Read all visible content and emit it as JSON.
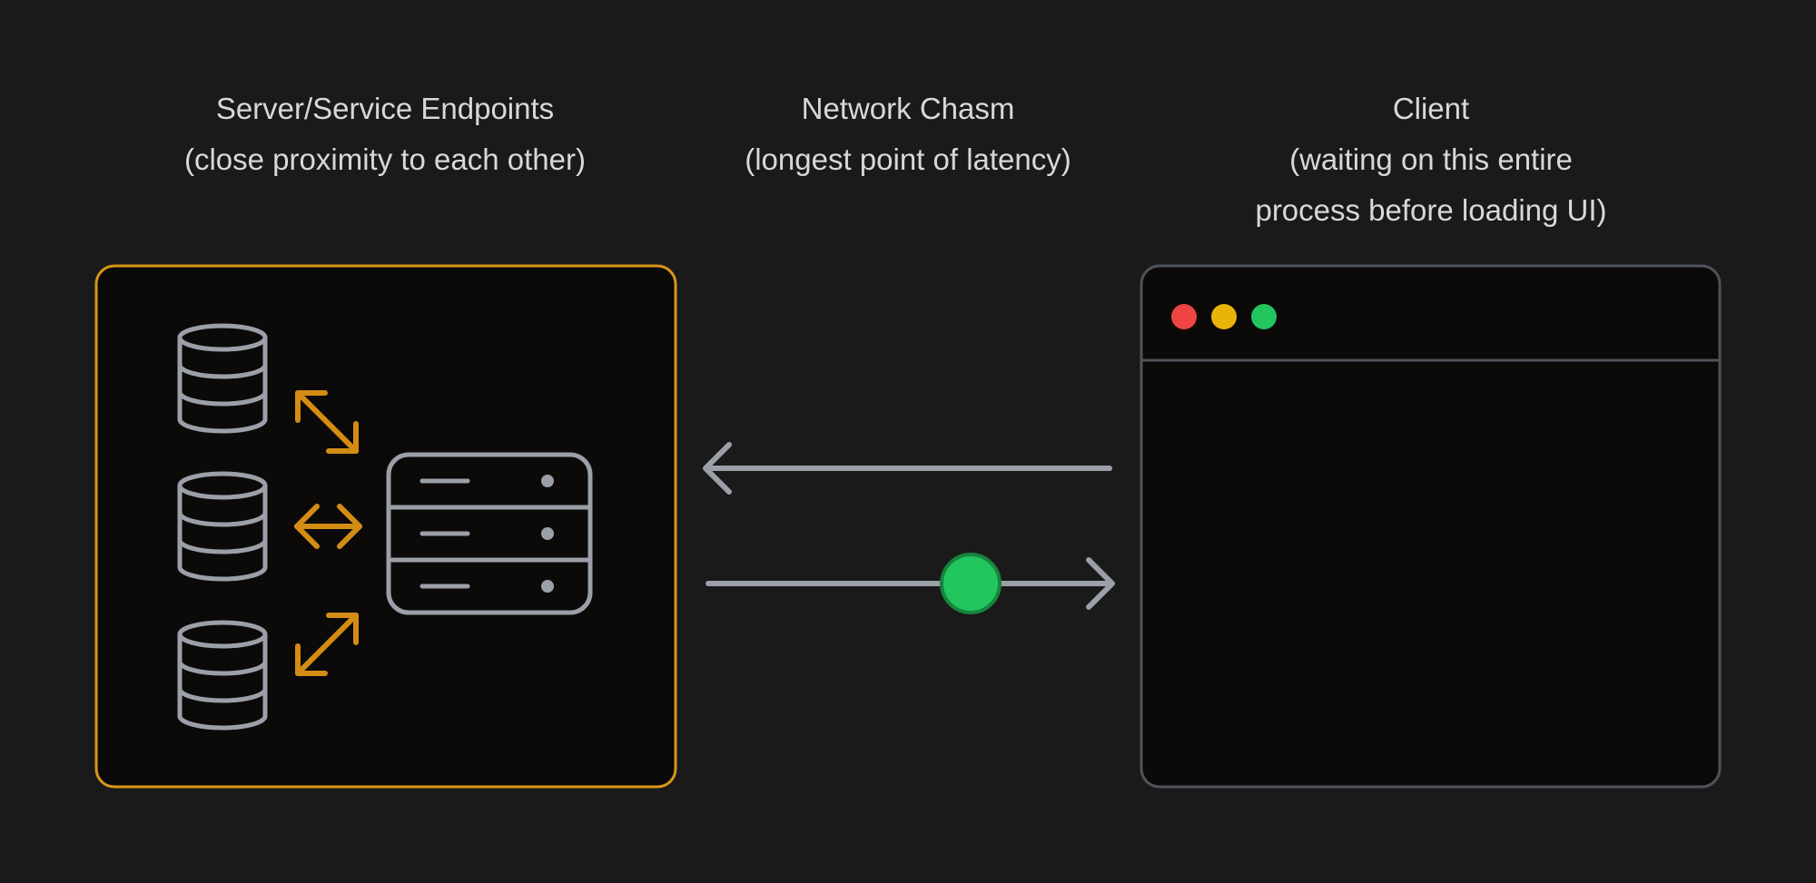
{
  "labels": {
    "server": {
      "title": "Server/Service Endpoints",
      "subtitle": "(close proximity to each other)"
    },
    "network": {
      "title": "Network Chasm",
      "subtitle": "(longest point of latency)"
    },
    "client": {
      "title": "Client",
      "subtitle_line1": "(waiting on this entire",
      "subtitle_line2": "process before loading UI)"
    }
  },
  "colors": {
    "background": "#1a1a1a",
    "panel_fill": "#0b0a09",
    "server_border": "#d89619",
    "client_border": "#4e535b",
    "icon_gray": "#9b9fa8",
    "arrow_orange": "#d38c15",
    "packet_green": "#22c55e",
    "dot_red": "#ef4444",
    "dot_yellow": "#eab308",
    "dot_green": "#22c55e"
  },
  "icons": {
    "databases": [
      "database-icon",
      "database-icon",
      "database-icon"
    ],
    "server": "server-rack-icon",
    "window_controls": [
      "close-dot",
      "minimize-dot",
      "maximize-dot"
    ]
  }
}
